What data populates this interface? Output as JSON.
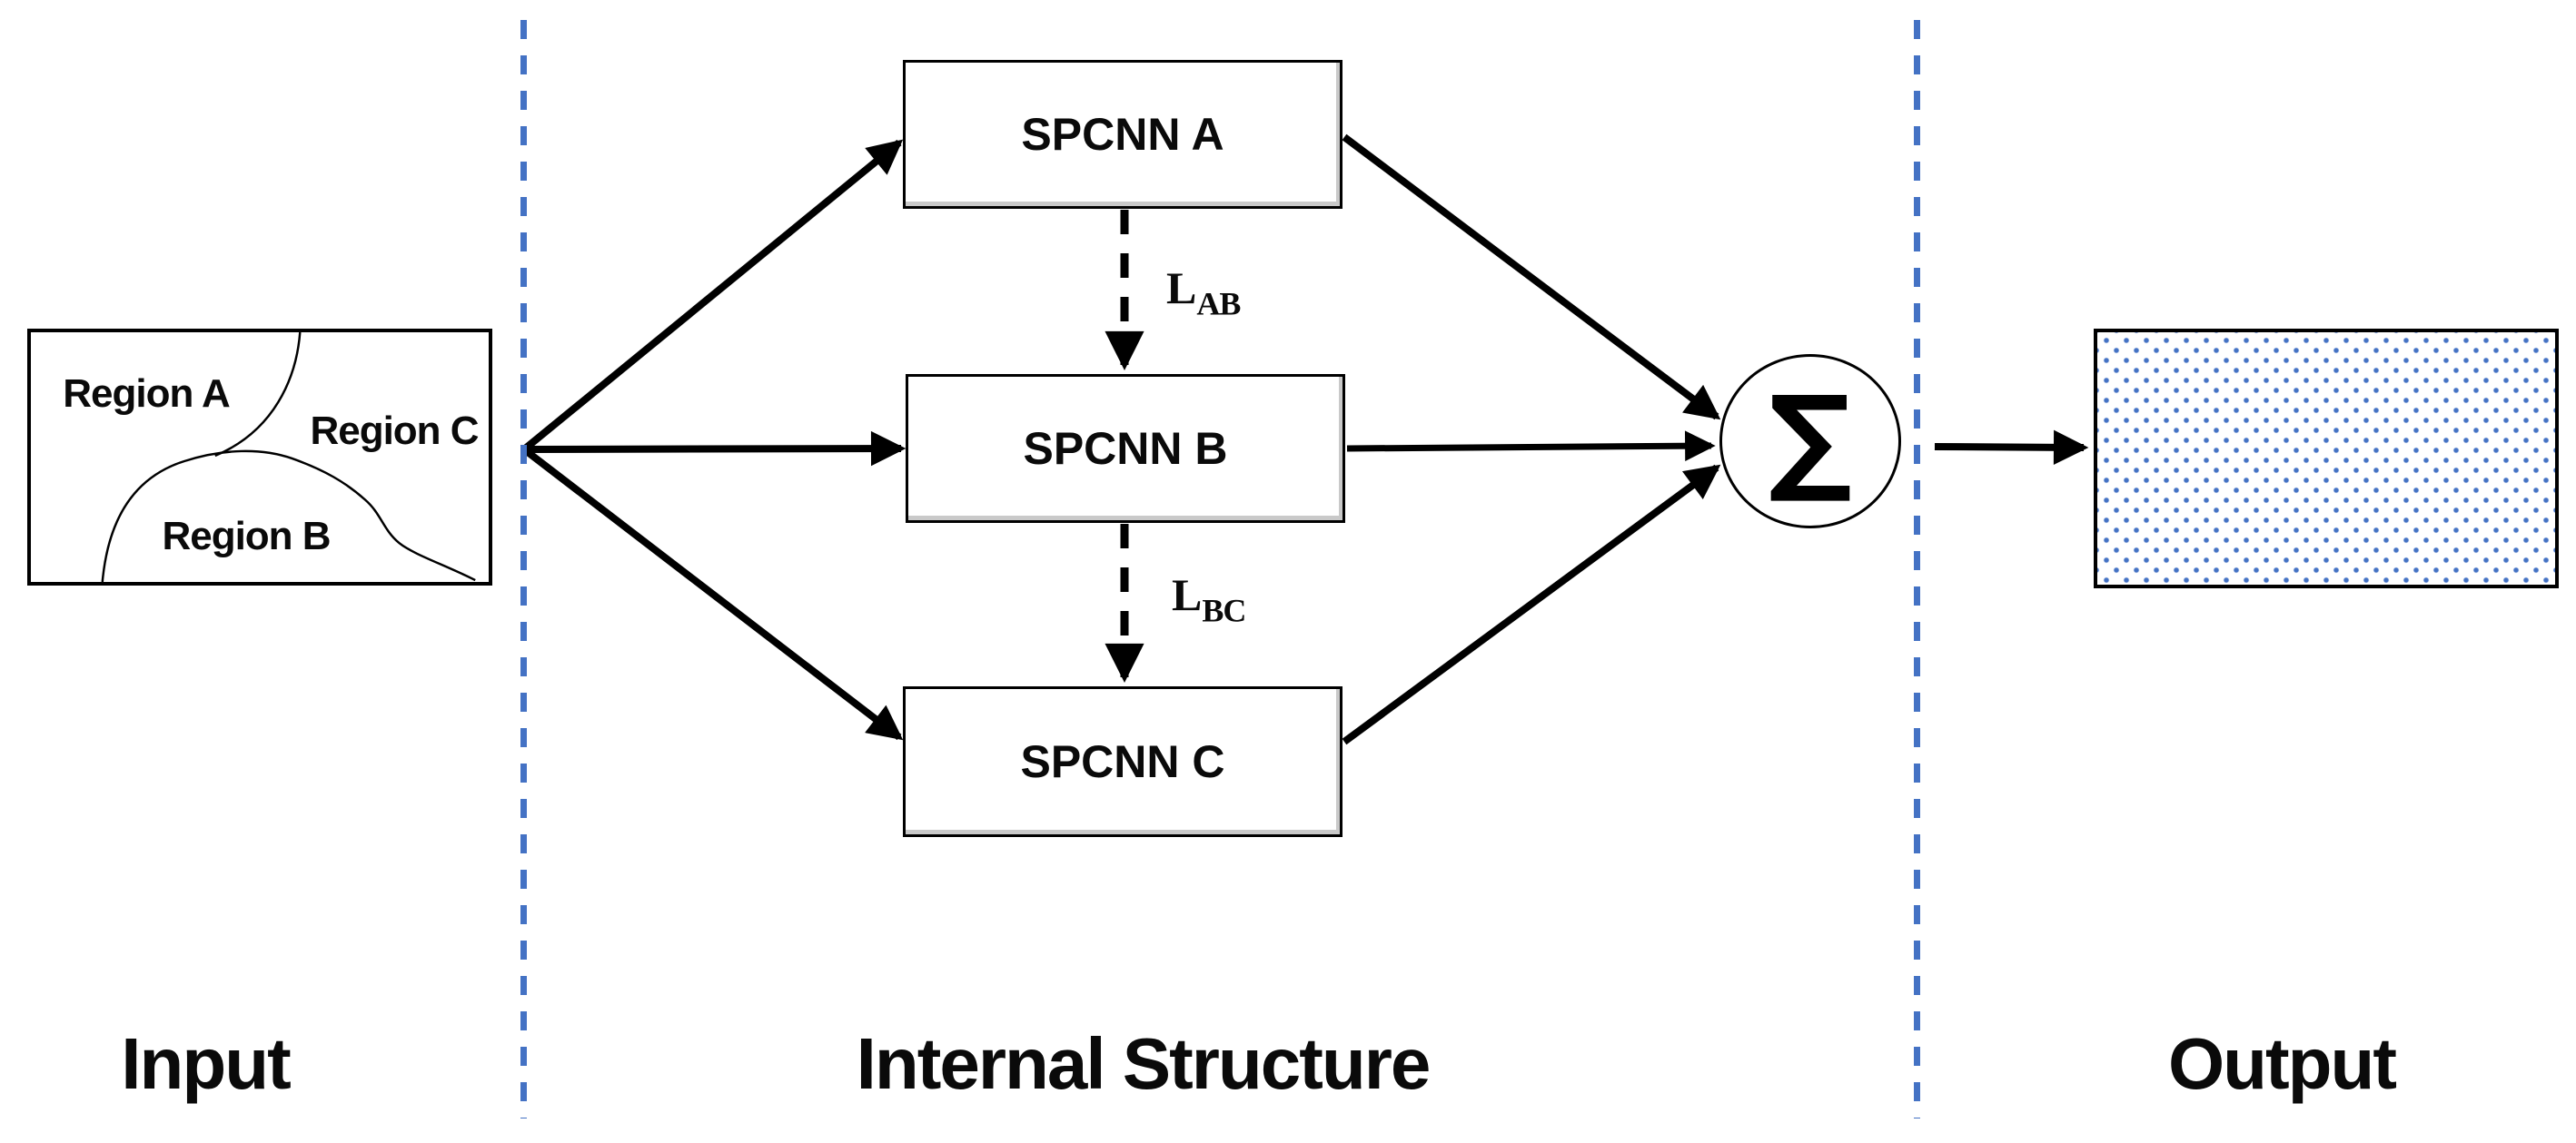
{
  "sections": {
    "input": {
      "label": "Input"
    },
    "internal": {
      "label": "Internal Structure"
    },
    "output": {
      "label": "Output"
    }
  },
  "input_image": {
    "regions": [
      {
        "label": "Region A"
      },
      {
        "label": "Region C"
      },
      {
        "label": "Region B"
      }
    ]
  },
  "nodes": [
    {
      "label": "SPCNN A"
    },
    {
      "label": "SPCNN B"
    },
    {
      "label": "SPCNN C"
    }
  ],
  "losses": [
    {
      "base": "L",
      "sub": "AB"
    },
    {
      "base": "L",
      "sub": "BC"
    }
  ],
  "sum_node": {
    "symbol": "∑"
  },
  "colors": {
    "divider_blue": "#4472C4",
    "output_dot_blue": "#4472C4",
    "connector_black": "#000000"
  }
}
